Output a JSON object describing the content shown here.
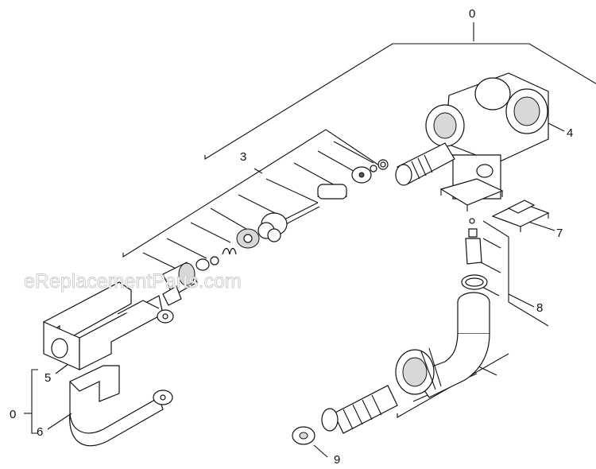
{
  "watermark": "eReplacementParts.com",
  "callouts": {
    "top_assembly": "0",
    "left_assembly": "0",
    "item_3": "3",
    "item_4": "4",
    "item_5": "5",
    "item_6": "6",
    "item_7": "7",
    "item_8": "8",
    "item_9": "9"
  }
}
